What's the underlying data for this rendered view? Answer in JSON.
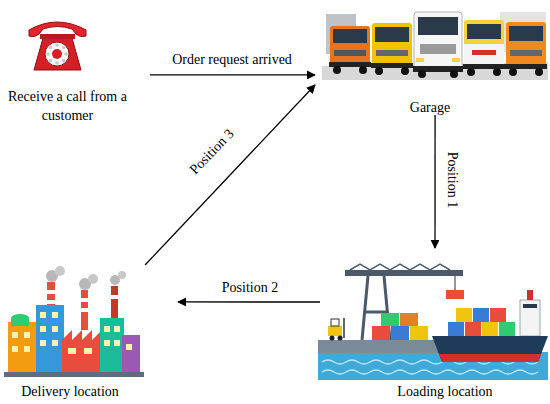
{
  "diagram": {
    "nodes": [
      {
        "text": [
          "Receive a call from a customer"
        ]
      },
      {
        "text": [
          "Garage"
        ]
      },
      {
        "text": [
          "Loading location"
        ]
      },
      {
        "text": [
          "Delivery location"
        ]
      }
    ],
    "edges": [
      {
        "from": 0,
        "to": 1,
        "arrow": "to",
        "label": "Order request arrived"
      },
      {
        "from": 1,
        "to": 2,
        "arrow": "to",
        "label": "Position 1"
      },
      {
        "from": 2,
        "to": 3,
        "arrow": "to",
        "label": "Position 2"
      },
      {
        "from": 3,
        "to": 1,
        "arrow": "to",
        "label": "Position 3"
      }
    ]
  }
}
